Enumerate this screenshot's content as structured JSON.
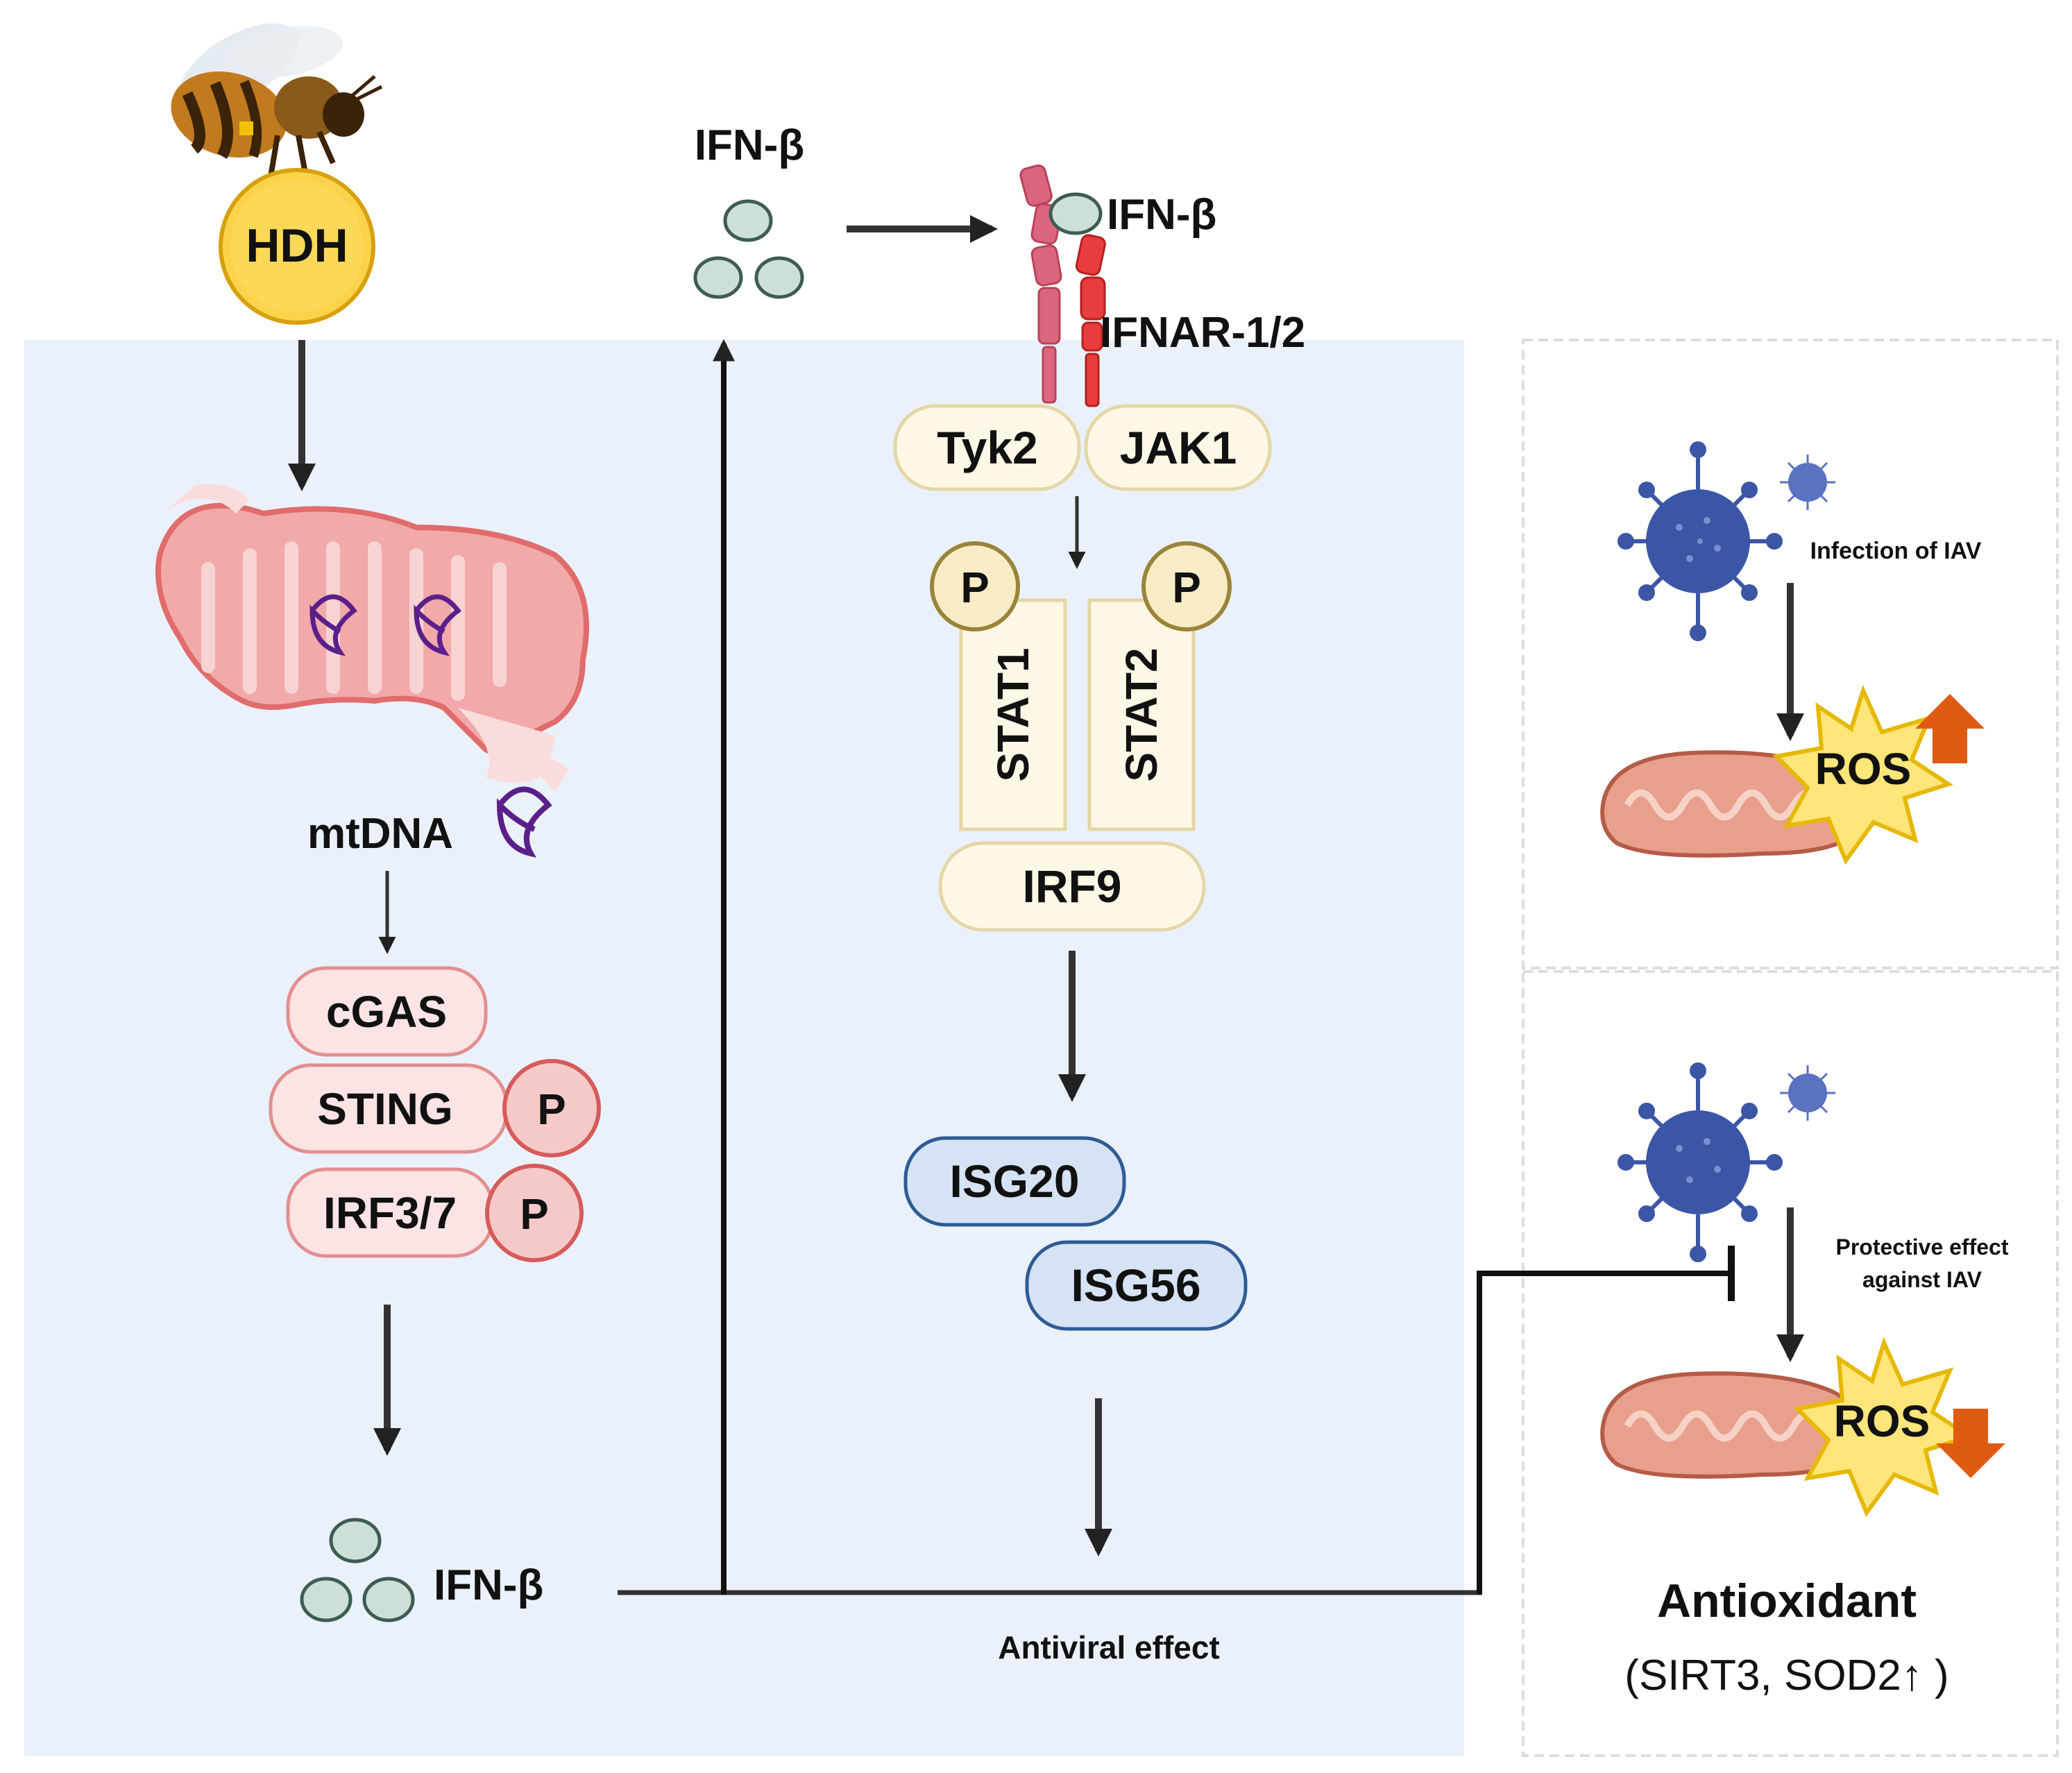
{
  "hdh_label": "HDH",
  "mtdna_label": "mtDNA",
  "cytosolic_pathway": {
    "cgas": "cGAS",
    "sting": "STING",
    "irf37": "IRF3/7",
    "phospho_mark": "P"
  },
  "ifn_beta_label": "IFN-β",
  "receptor_label": "IFNAR-1/2",
  "kinases": {
    "tyk2": "Tyk2",
    "jak1": "JAK1"
  },
  "stats": {
    "stat1": "STAT1",
    "stat2": "STAT2",
    "irf9": "IRF9"
  },
  "isgs": {
    "isg20": "ISG20",
    "isg56": "ISG56"
  },
  "antiviral_effect": "Antiviral effect",
  "side_panel": {
    "infection_label": "Infection of  IAV",
    "ros_label": "ROS",
    "protective_line1": "Protective effect",
    "protective_line2": "against IAV",
    "antioxidant_title": "Antioxidant",
    "antioxidant_detail": "(SIRT3, SOD2↑ )"
  },
  "colors": {
    "cell_bg": "#eaf1fb",
    "pink_box": "#fde4e4",
    "pink_stroke": "#e38f8f",
    "phospho_fill": "#f6c9c9",
    "tan_box": "#fdf8e6",
    "tan_stroke": "#e5d6a6",
    "stat_p_fill": "#f7ecc6",
    "isg_fill": "#d5e3f4",
    "isg_stroke": "#2f5b95",
    "ifn_fill": "#cde0d7",
    "ros_fill": "#ffe57a",
    "up_arrow": "#e05b12",
    "virus": "#3c56a6"
  }
}
